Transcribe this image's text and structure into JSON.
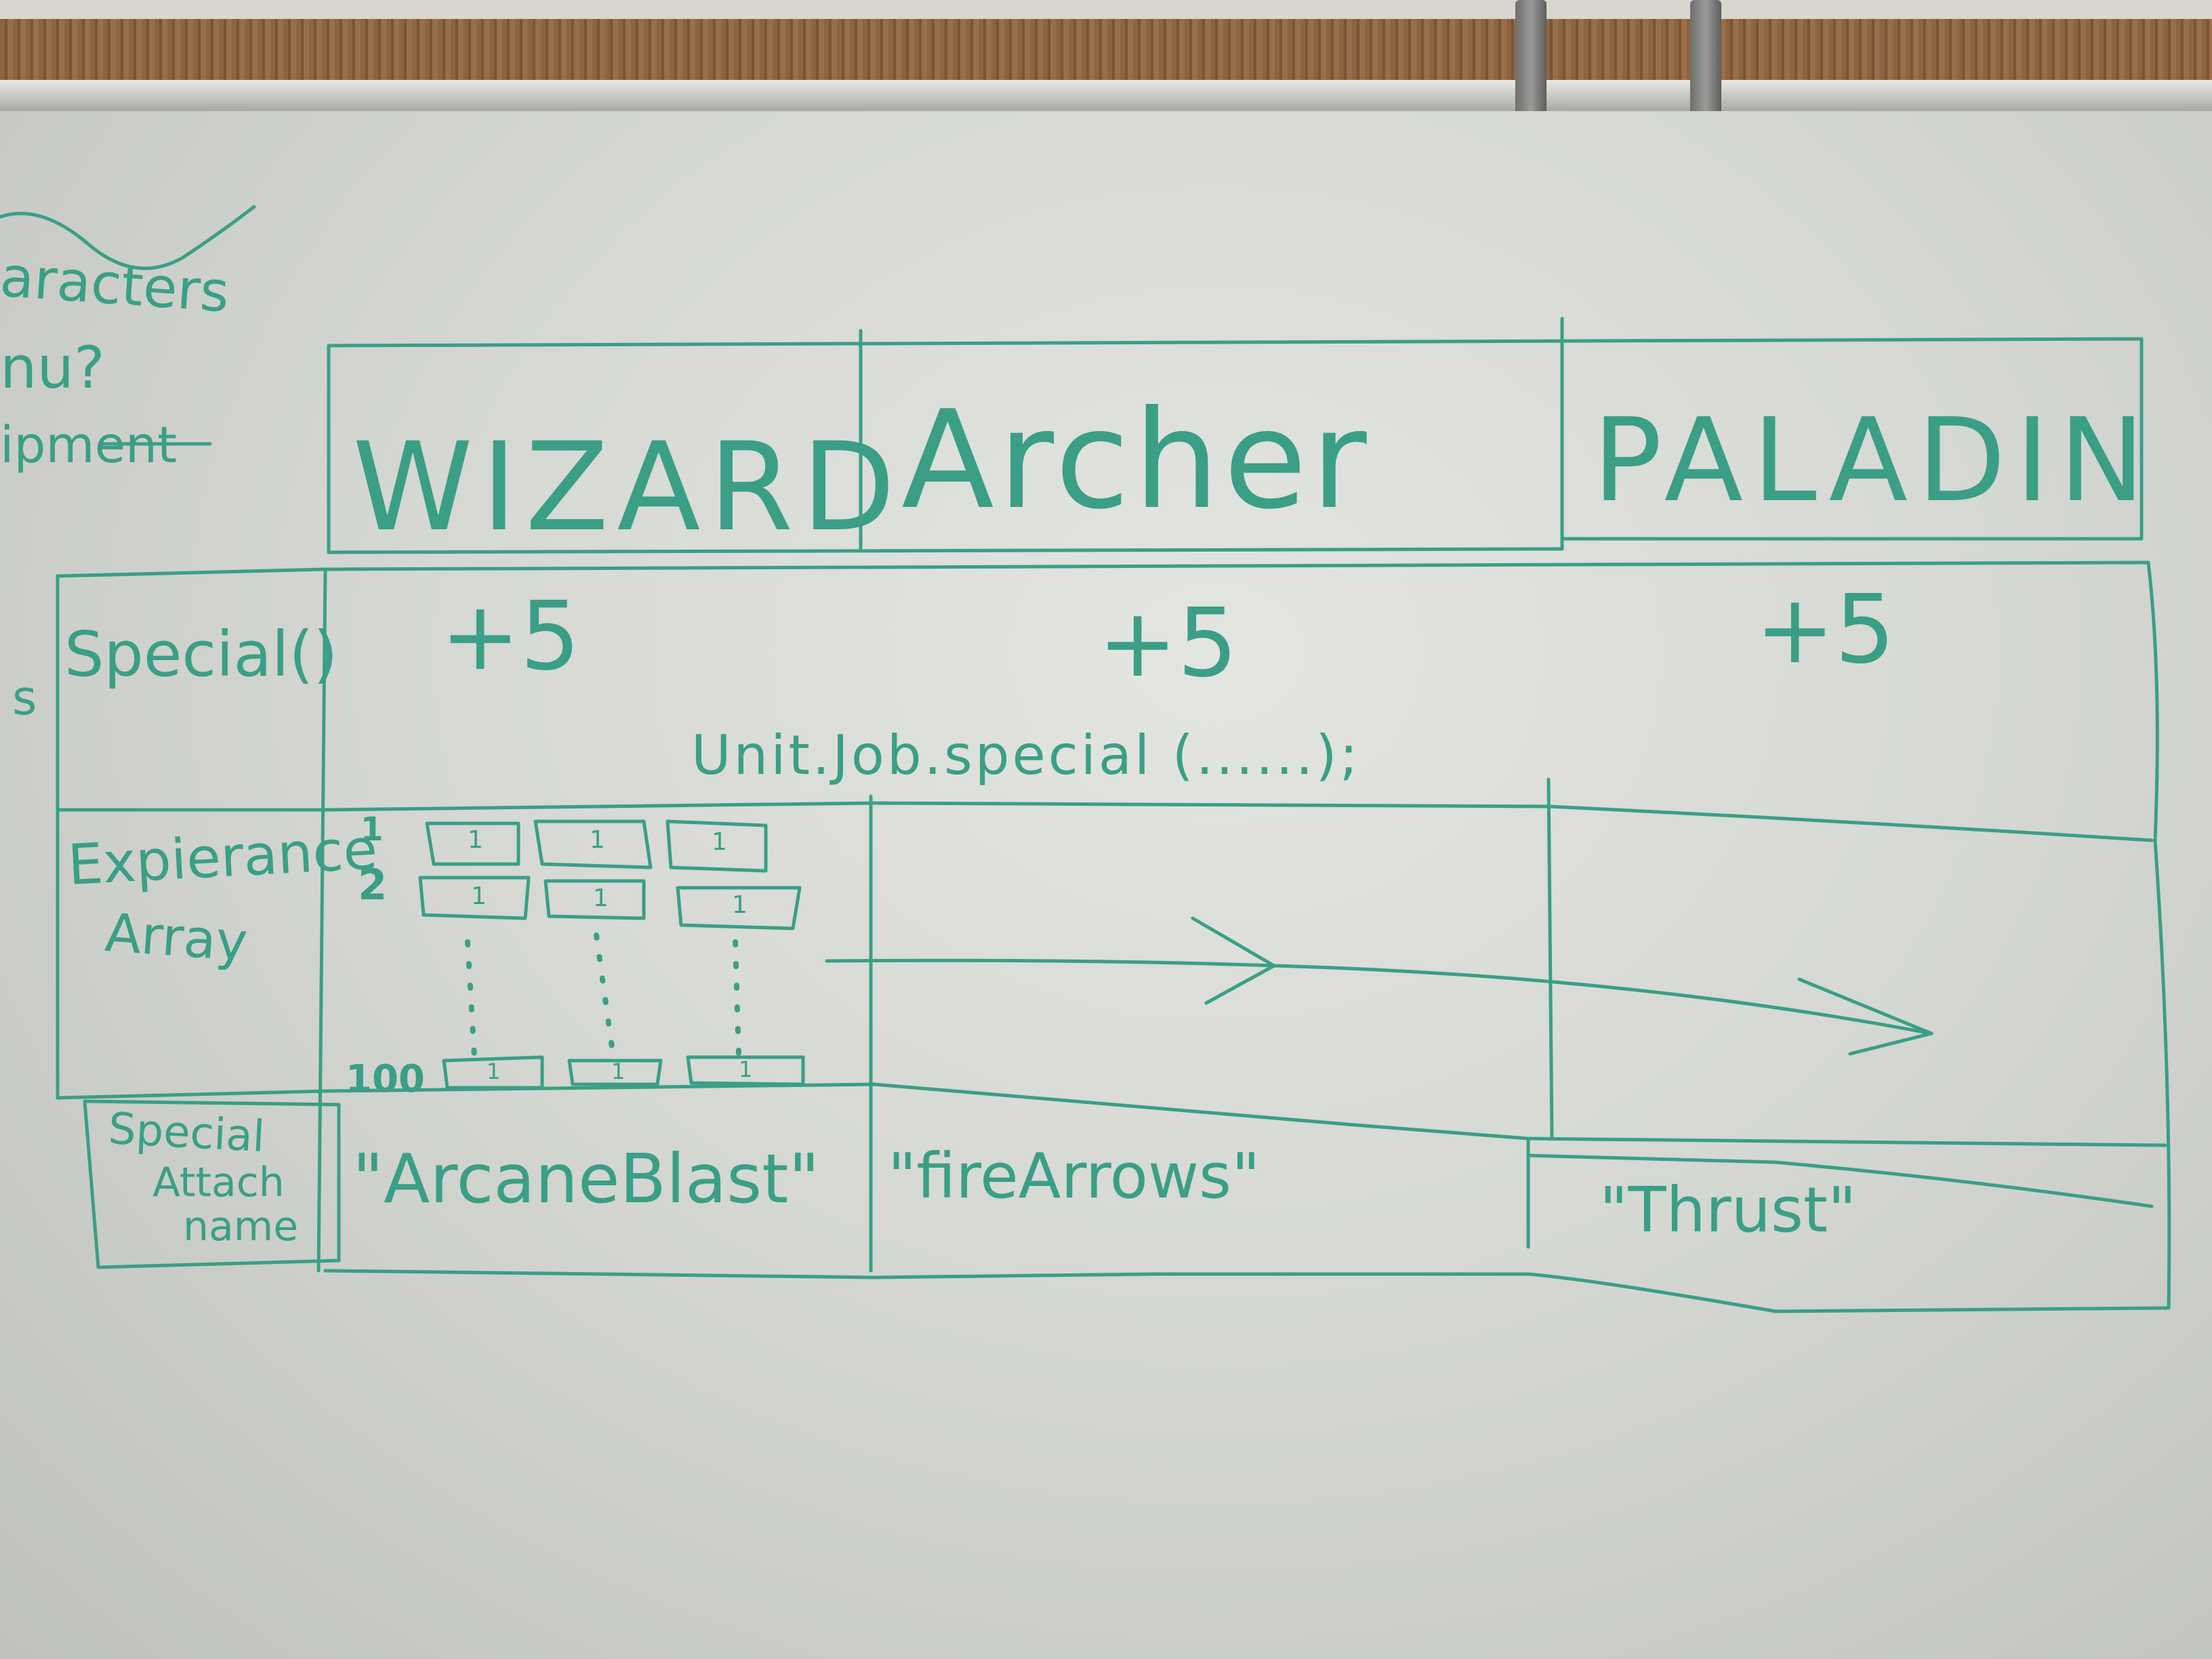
{
  "board": {
    "ink_color": "#3a9f86",
    "left_margin_fragments": [
      "aracters",
      "nu?",
      "ipment",
      "s"
    ],
    "columns": [
      "WIZARD",
      "Archer",
      "PALADIN"
    ],
    "rows": [
      {
        "label": "Special()",
        "cells": [
          "+5",
          "+5",
          "+5"
        ],
        "note": "Unit.Job.special (......);"
      },
      {
        "label_line1": "Expierance",
        "label_line2": "Array",
        "index_labels": [
          "1",
          "2",
          "100"
        ],
        "cell_glyph": "1"
      },
      {
        "label_line1": "Special",
        "label_line2": "Attach",
        "label_line3": "name",
        "cells": [
          "\"ArcaneBlast\"",
          "\"fireArrows\"",
          "\"Thrust\""
        ]
      }
    ]
  }
}
